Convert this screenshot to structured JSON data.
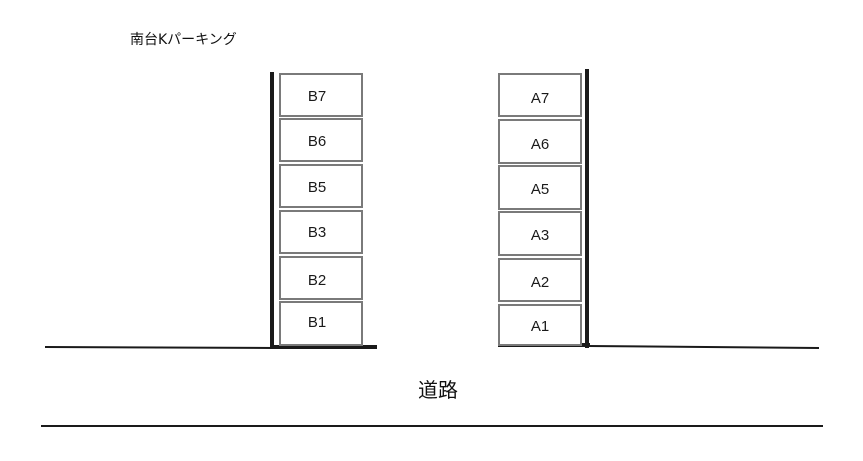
{
  "title": "南台Kパーキング",
  "road_label": "道路",
  "block_b": {
    "stalls": [
      "B7",
      "B6",
      "B5",
      "B3",
      "B2",
      "B1"
    ]
  },
  "block_a": {
    "stalls": [
      "A7",
      "A6",
      "A5",
      "A3",
      "A2",
      "A1"
    ]
  },
  "colors": {
    "line": "#1a1a1a",
    "stall_border": "#7a7a7a",
    "stall_fill": "#ffffff"
  }
}
